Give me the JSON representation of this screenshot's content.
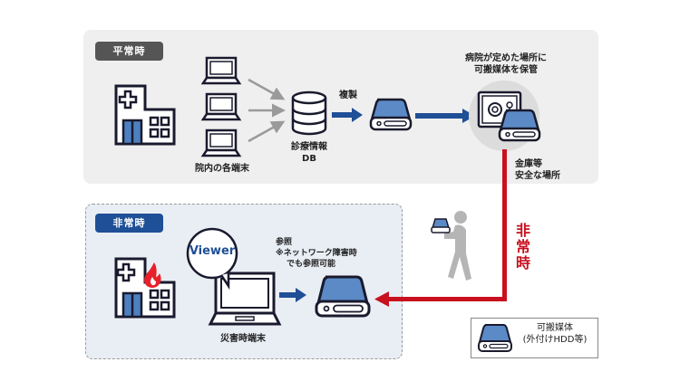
{
  "colors": {
    "panel_normal_bg": "#efefef",
    "panel_emergency_bg": "#e9eef5",
    "badge_normal": "#555555",
    "badge_emergency": "#1f4f96",
    "arrow_blue": "#1f4f96",
    "arrow_red": "#c8101e",
    "media_blue": "#5b8ac6",
    "person_gray": "#b5b5b5"
  },
  "normal": {
    "badge": "平常時",
    "terminals_label": "院内の各端末",
    "db_label_line1": "診療情報",
    "db_label_line2": "DB",
    "copy_label": "複製",
    "storage_label_line1": "病院が定めた場所に",
    "storage_label_line2": "可搬媒体を保管",
    "safe_label_line1": "金庫等",
    "safe_label_line2": "安全な場所"
  },
  "emergency": {
    "badge": "非常時",
    "viewer_bubble": "Viewer",
    "reference_line1": "参照",
    "reference_line2": "※ネットワーク障害時",
    "reference_line3": "でも参照可能",
    "terminal_label": "災害時端末",
    "vertical_label": [
      "非",
      "常",
      "時"
    ]
  },
  "legend": {
    "line1": "可搬媒体",
    "line2": "(外付けHDD等)"
  }
}
